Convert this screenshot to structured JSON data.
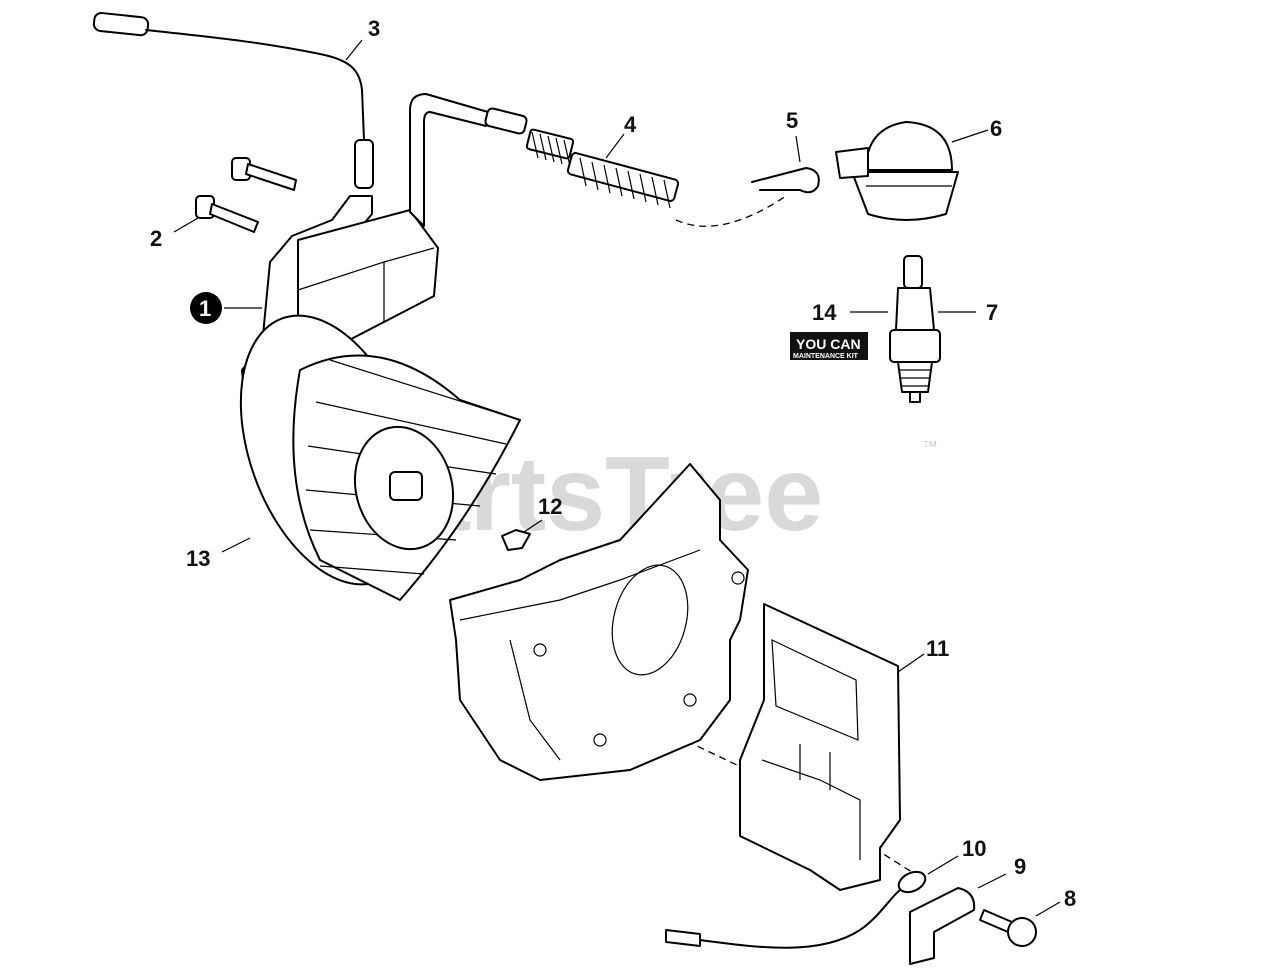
{
  "watermark": {
    "text": "PartsTree",
    "trademark": "™"
  },
  "kit_badge": {
    "top": "YOU CAN",
    "bottom": "MAINTENANCE KIT"
  },
  "callouts": {
    "c1": "1",
    "c2": "2",
    "c3": "3",
    "c4": "4",
    "c5": "5",
    "c6": "6",
    "c7": "7",
    "c8": "8",
    "c9": "9",
    "c10": "10",
    "c11": "11",
    "c12": "12",
    "c13": "13",
    "c14": "14"
  }
}
